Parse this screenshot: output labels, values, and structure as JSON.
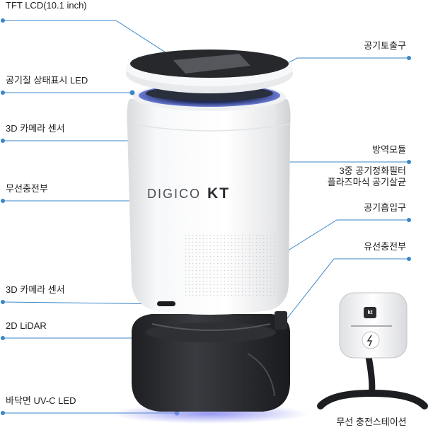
{
  "colors": {
    "accent": "#3a86c9",
    "robot_body": "#f2f3f5",
    "robot_base": "#2b2c30",
    "uv_glow": "#8a8cf0"
  },
  "labels_left": [
    "TFT LCD(10.1 inch)",
    "공기질 상태표시 LED",
    "3D 카메라 센서",
    "무선충전부",
    "3D 카메라 센서",
    "2D LiDAR",
    "바닥면 UV-C LED"
  ],
  "labels_right": {
    "air_outlet": "공기토출구",
    "module_title": "방역모듈",
    "module_line1": "3중 공기정화필터",
    "module_line2": "플라즈마식 공기살균",
    "air_inlet": "공기흡입구",
    "wired_charging": "유선충전부",
    "station": "무선 충전스테이션"
  },
  "brand": {
    "digico": "DIGICO",
    "kt": "KT"
  },
  "station_logo": "kt"
}
